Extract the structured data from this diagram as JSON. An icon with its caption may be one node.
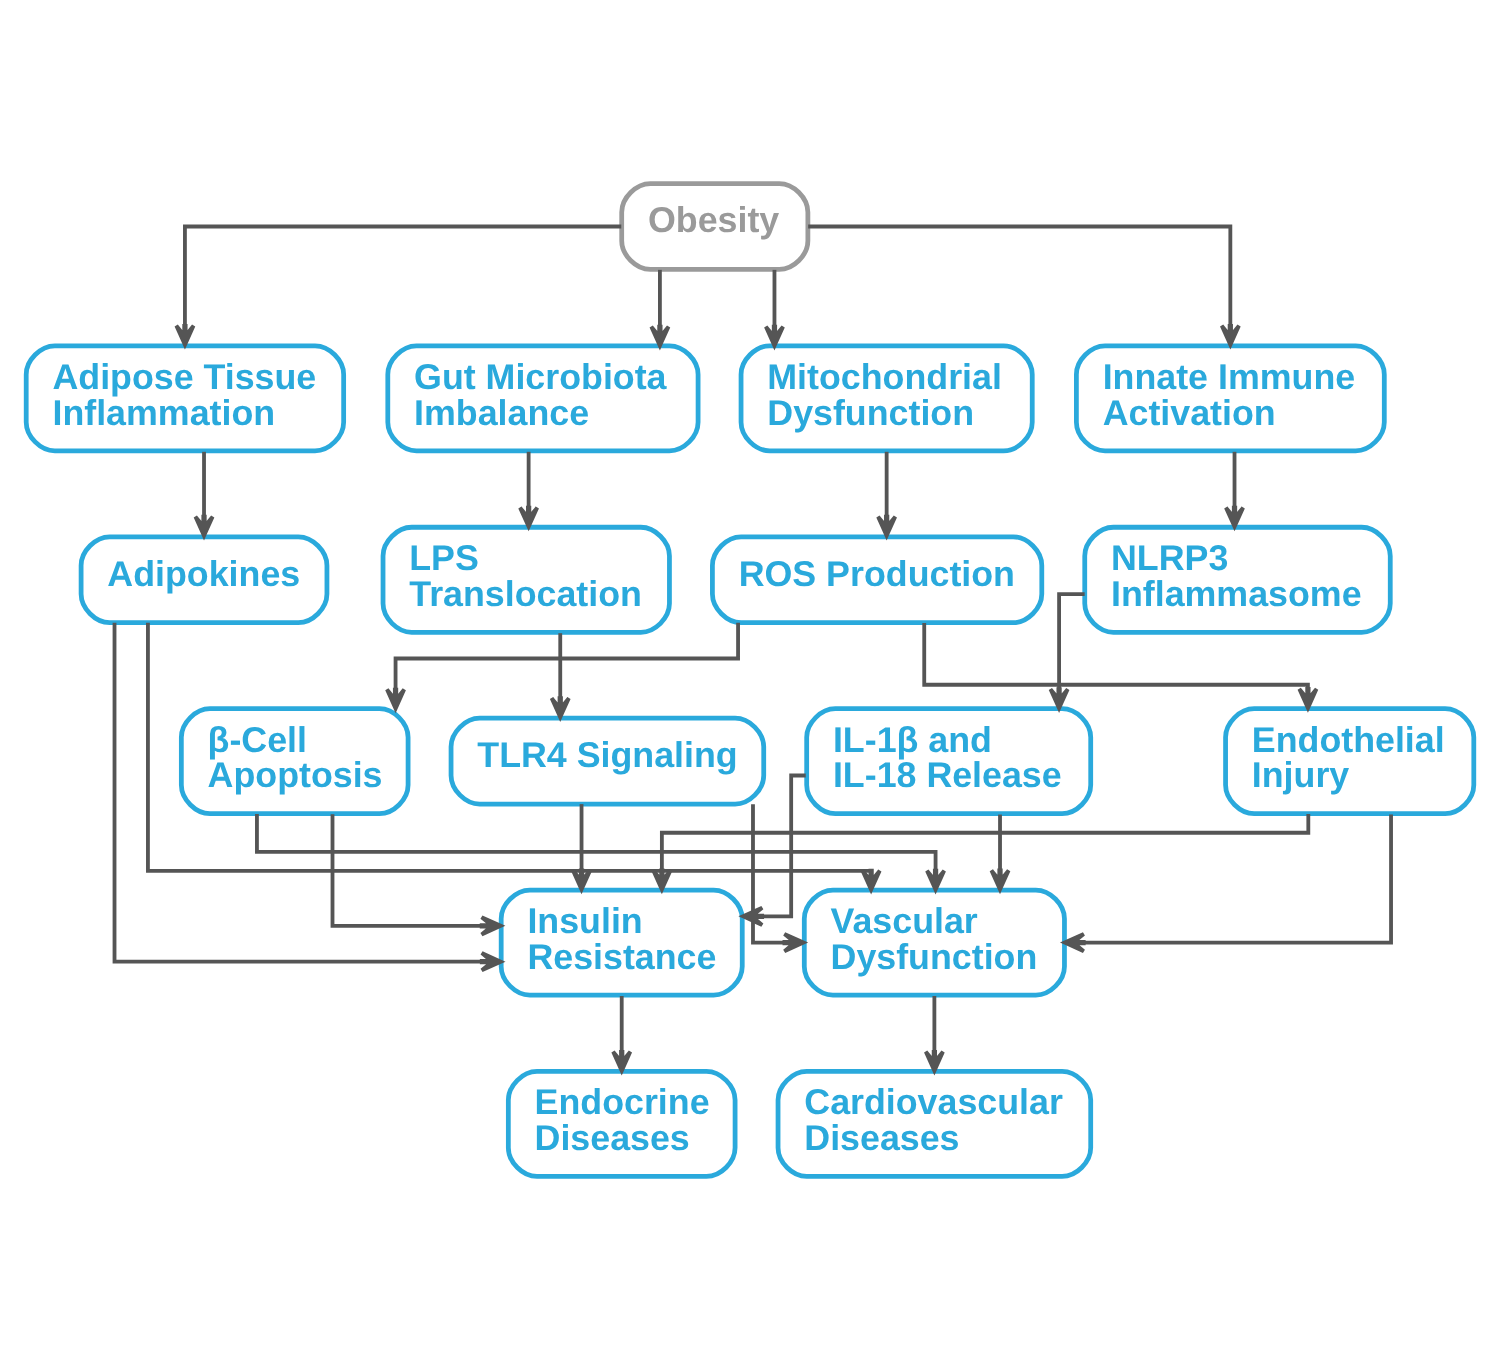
{
  "diagram": {
    "nodes": [
      {
        "text": [
          "Obesity"
        ]
      },
      {
        "text": [
          "Adipose Tissue Inflammation"
        ]
      },
      {
        "text": [
          "Gut Microbiota Imbalance"
        ]
      },
      {
        "text": [
          "Mitochondrial Dysfunction"
        ]
      },
      {
        "text": [
          "Innate Immune Activation"
        ]
      },
      {
        "text": [
          "Adipokines"
        ]
      },
      {
        "text": [
          "LPS Translocation"
        ]
      },
      {
        "text": [
          "ROS Production"
        ]
      },
      {
        "text": [
          "NLRP3 Inflammasome"
        ]
      },
      {
        "text": [
          "β-Cell Apoptosis"
        ]
      },
      {
        "text": [
          "TLR4 Signaling"
        ]
      },
      {
        "text": [
          "IL-1β and IL-18 Release"
        ]
      },
      {
        "text": [
          "Endothelial Injury"
        ]
      },
      {
        "text": [
          "Insulin Resistance"
        ]
      },
      {
        "text": [
          "Vascular Dysfunction"
        ]
      },
      {
        "text": [
          "Endocrine Diseases"
        ]
      },
      {
        "text": [
          "Cardiovascular Diseases"
        ]
      }
    ],
    "edges": [
      {
        "from": 0,
        "to": 1,
        "arrow": "to"
      },
      {
        "from": 0,
        "to": 2,
        "arrow": "to"
      },
      {
        "from": 0,
        "to": 3,
        "arrow": "to"
      },
      {
        "from": 0,
        "to": 4,
        "arrow": "to"
      },
      {
        "from": 1,
        "to": 5,
        "arrow": "to"
      },
      {
        "from": 2,
        "to": 6,
        "arrow": "to"
      },
      {
        "from": 3,
        "to": 7,
        "arrow": "to"
      },
      {
        "from": 4,
        "to": 8,
        "arrow": "to"
      },
      {
        "from": 6,
        "to": 10,
        "arrow": "to"
      },
      {
        "from": 7,
        "to": 9,
        "arrow": "to"
      },
      {
        "from": 7,
        "to": 12,
        "arrow": "to"
      },
      {
        "from": 8,
        "to": 11,
        "arrow": "to"
      },
      {
        "from": 9,
        "to": 13,
        "arrow": "to"
      },
      {
        "from": 9,
        "to": 14,
        "arrow": "to"
      },
      {
        "from": 5,
        "to": 13,
        "arrow": "to"
      },
      {
        "from": 5,
        "to": 14,
        "arrow": "to"
      },
      {
        "from": 10,
        "to": 13,
        "arrow": "to"
      },
      {
        "from": 10,
        "to": 14,
        "arrow": "to"
      },
      {
        "from": 11,
        "to": 13,
        "arrow": "to"
      },
      {
        "from": 11,
        "to": 14,
        "arrow": "to"
      },
      {
        "from": 12,
        "to": 13,
        "arrow": "to"
      },
      {
        "from": 12,
        "to": 14,
        "arrow": "to"
      },
      {
        "from": 13,
        "to": 15,
        "arrow": "to"
      },
      {
        "from": 14,
        "to": 16,
        "arrow": "to"
      }
    ]
  }
}
